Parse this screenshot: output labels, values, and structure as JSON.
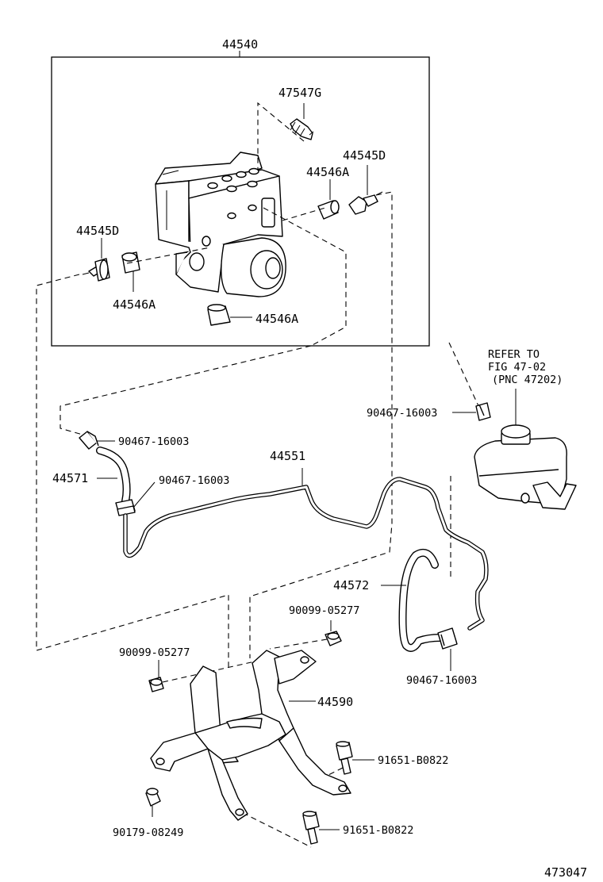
{
  "labels": {
    "assembly": "44540",
    "bleeder_plug": "47547G",
    "union_bolt_right": "44545D",
    "cushion_right": "44546A",
    "union_bolt_left": "44545D",
    "cushion_left": "44546A",
    "cushion_bottom": "44546A",
    "refer_line1": "REFER TO",
    "refer_line2": "FIG 47-02",
    "refer_line3": "(PNC 47202)",
    "clip_reservoir": "90467-16003",
    "clip_hose_top": "90467-16003",
    "hose_left": "44571",
    "clip_hose_bottom": "90467-16003",
    "tube_main": "44551",
    "hose_right": "44572",
    "grommet_right": "90099-05277",
    "grommet_left": "90099-05277",
    "clip_hose_right": "90467-16003",
    "bracket": "44590",
    "bolt_upper": "91651-B0822",
    "bolt_lower": "91651-B0822",
    "clip_bracket": "90179-08249",
    "figure_number": "473047"
  }
}
